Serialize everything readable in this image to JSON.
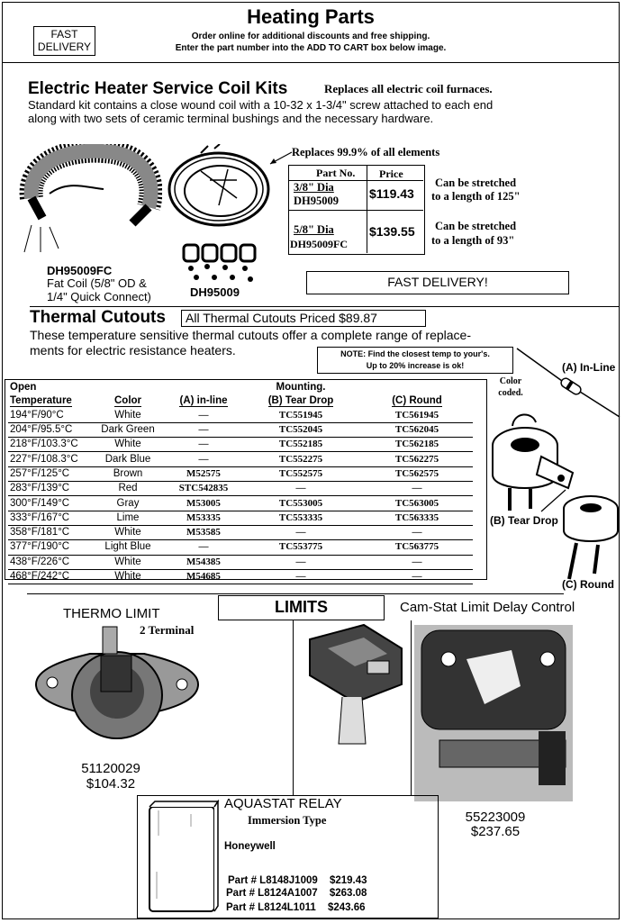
{
  "header": {
    "fast_delivery_line1": "FAST",
    "fast_delivery_line2": "DELIVERY",
    "title": "Heating Parts",
    "line1": "Order online for additional discounts and free shipping.",
    "line2": "Enter the part number into the ADD TO CART box below image."
  },
  "coils": {
    "title": "Electric Heater Service Coil Kits",
    "subtitle": "Replaces all electric coil furnaces.",
    "desc_line1": "Standard kit contains a close wound coil with a 10-32 x 1-3/4\" screw attached to each end",
    "desc_line2": "along with two sets of ceramic terminal bushings and the necessary hardware.",
    "replaces_note": "Replaces 99.9% of all elements",
    "table_head_part": "Part No.",
    "table_head_price": "Price",
    "rows": [
      {
        "dia": "3/8\" Dia",
        "part": "DH95009",
        "price": "$119.43",
        "note1": "Can be stretched",
        "note2": "to a length of 125\""
      },
      {
        "dia": "5/8\" Dia",
        "part": "DH95009FC",
        "price": "$139.55",
        "note1": "Can be stretched",
        "note2": "to a length of 93\""
      }
    ],
    "fat_coil_part": "DH95009FC",
    "fat_coil_desc1": "Fat Coil (5/8\" OD &",
    "fat_coil_desc2": "1/4\" Quick Connect)",
    "std_coil_part": "DH95009",
    "fast_delivery": "FAST DELIVERY!"
  },
  "cutouts": {
    "title": "Thermal Cutouts",
    "price_box": "All Thermal Cutouts Priced $89.87",
    "desc_line1": "These temperature sensitive thermal cutouts offer a complete range of replace-",
    "desc_line2": "ments for electric resistance heaters.",
    "note_line1": "NOTE: Find the closest temp to your's.",
    "note_line2": "Up to 20% increase is ok!",
    "label_inline": "(A) In-Line",
    "label_color1": "Color",
    "label_color2": "coded.",
    "label_teardrop": "(B) Tear Drop",
    "label_round": "(C) Round",
    "head_open": "Open",
    "head_temp": "Temperature",
    "head_color": "Color",
    "head_a": "(A) in-line",
    "head_mounting": "Mounting.",
    "head_b": "(B) Tear Drop",
    "head_c": "(C) Round",
    "rows": [
      {
        "temp": "194°F/90°C",
        "color": "White",
        "a": "—",
        "b": "TC551945",
        "c": "TC561945"
      },
      {
        "temp": "204°F/95.5°C",
        "color": "Dark Green",
        "a": "—",
        "b": "TC552045",
        "c": "TC562045"
      },
      {
        "temp": "218°F/103.3°C",
        "color": "White",
        "a": "—",
        "b": "TC552185",
        "c": "TC562185"
      },
      {
        "temp": "227°F/108.3°C",
        "color": "Dark Blue",
        "a": "—",
        "b": "TC552275",
        "c": "TC562275"
      },
      {
        "temp": "257°F/125°C",
        "color": "Brown",
        "a": "M52575",
        "b": "TC552575",
        "c": "TC562575"
      },
      {
        "temp": "283°F/139°C",
        "color": "Red",
        "a": "STC542835",
        "b": "—",
        "c": "—"
      },
      {
        "temp": "300°F/149°C",
        "color": "Gray",
        "a": "M53005",
        "b": "TC553005",
        "c": "TC563005"
      },
      {
        "temp": "333°F/167°C",
        "color": "Lime",
        "a": "M53335",
        "b": "TC553335",
        "c": "TC563335"
      },
      {
        "temp": "358°F/181°C",
        "color": "White",
        "a": "M53585",
        "b": "—",
        "c": "—"
      },
      {
        "temp": "377°F/190°C",
        "color": "Light Blue",
        "a": "—",
        "b": "TC553775",
        "c": "TC563775"
      },
      {
        "temp": "438°F/226°C",
        "color": "White",
        "a": "M54385",
        "b": "—",
        "c": "—"
      },
      {
        "temp": "468°F/242°C",
        "color": "White",
        "a": "M54685",
        "b": "—",
        "c": "—"
      }
    ]
  },
  "limits": {
    "title": "LIMITS",
    "thermo_title": "THERMO LIMIT",
    "thermo_sub": "2 Terminal",
    "thermo_part": "51120029",
    "thermo_price": "$104.32",
    "camstat_title": "Cam-Stat Limit Delay Control",
    "camstat_part": "55223009",
    "camstat_price": "$237.65"
  },
  "aquastat": {
    "title": "AQUASTAT RELAY",
    "subtitle": "Immersion Type",
    "brand": "Honeywell",
    "parts": [
      {
        "label": "Part #",
        "part": "L8148J1009",
        "price": "$219.43"
      },
      {
        "label": "Part #",
        "part": "L8124A1007",
        "price": "$263.08"
      },
      {
        "label": "Part #",
        "part": "L8124L1011",
        "price": "$243.66"
      }
    ]
  }
}
